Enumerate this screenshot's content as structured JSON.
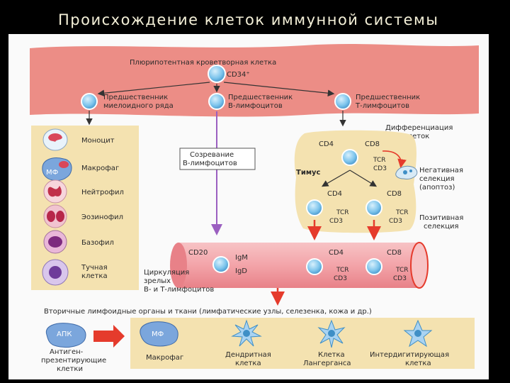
{
  "title": "Происхождение клеток иммунной системы",
  "stem": {
    "label": "Плюрипотентная кроветворная клетка",
    "marker": "CD34⁺"
  },
  "progenitors": {
    "myeloid": [
      "Предшественник",
      "миелоидного ряда"
    ],
    "b": [
      "Предшественник",
      "В-лимфоцитов"
    ],
    "t": [
      "Предшественник",
      "Т-лимфоцитов"
    ]
  },
  "myeloid_cells": [
    {
      "label": [
        "Моноцит"
      ]
    },
    {
      "label": [
        "Макрофаг"
      ],
      "badge": "МФ"
    },
    {
      "label": [
        "Нейтрофил"
      ]
    },
    {
      "label": [
        "Эозинофил"
      ]
    },
    {
      "label": [
        "Базофил"
      ]
    },
    {
      "label": [
        "Тучная",
        "клетка"
      ]
    }
  ],
  "b_maturation": [
    "Созревание",
    "В-лимфоцитов"
  ],
  "t_differentiation": [
    "Дифференциация",
    "Т-клеток"
  ],
  "thymus": {
    "label": "Тимус",
    "cd4": "CD4",
    "cd8": "CD8",
    "tcr": "TCR",
    "cd3": "CD3"
  },
  "negative_selection": [
    "Негативная",
    "селекция",
    "(апоптоз)"
  ],
  "positive_selection": [
    "Позитивная",
    "селекция"
  ],
  "circulation": {
    "label": [
      "Циркуляция",
      "зрелых",
      "В- и Т-лимфоцитов"
    ],
    "cd20": "CD20",
    "igm": "IgM",
    "igd": "IgD"
  },
  "secondary_organs": "Вторичные лимфоидные органы и ткани (лимфатические узлы, селезенка, кожа и др.)",
  "apc": {
    "badge": "АПК",
    "label": [
      "Антиген-",
      "презентирующие",
      "клетки"
    ]
  },
  "bottom_cells": [
    {
      "badge": "МФ",
      "label": [
        "Макрофаг"
      ]
    },
    {
      "label": [
        "Дендритная",
        "клетка"
      ]
    },
    {
      "label": [
        "Клетка",
        "Лангерганса"
      ]
    },
    {
      "label": [
        "Интердигитирующая",
        "клетка"
      ]
    }
  ],
  "colors": {
    "background": "#000000",
    "title": "#f4f0d8",
    "band": "#ec8d86",
    "vessel": "#f3a9ad",
    "beige": "#f4e2b0",
    "cell": "#7cc4ec",
    "arrow_red": "#e53b2c",
    "arrow_purple": "#9b5fc0",
    "macrophage": "#7ba6dc"
  }
}
